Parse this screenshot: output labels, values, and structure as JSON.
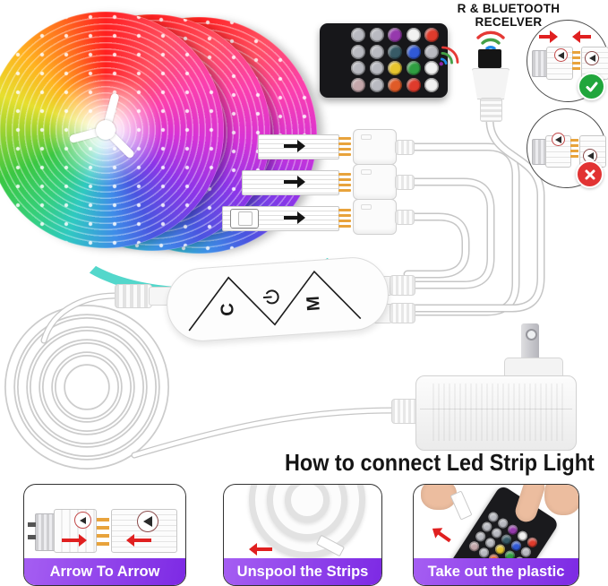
{
  "receiver": {
    "line1": "R & BLUETOOTH",
    "line2": "RECELVER"
  },
  "remote": {
    "buttons": [
      [
        "#b9bac1",
        "#b9bac1",
        "#9639ad",
        "#f2f2f2",
        "#df3b2c"
      ],
      [
        "#b9bac1",
        "#b9bac1",
        "#375a66",
        "#3059d6",
        "#b9bac1"
      ],
      [
        "#b9bac1",
        "#b9bac1",
        "#e7c62e",
        "#2f9e41",
        "#f2f2f2"
      ],
      [
        "#c4a7ab",
        "#b9bac1",
        "#e05b28",
        "#df3b2c",
        "#f2f2f2"
      ]
    ]
  },
  "controller": {
    "key_c": "C",
    "key_power_icon": "power-icon",
    "key_m": "M"
  },
  "insets": [
    {
      "status": "correct",
      "icon": "check-icon"
    },
    {
      "status": "wrong",
      "icon": "x-icon"
    }
  ],
  "section": {
    "title": "How to connect Led Strip Light"
  },
  "cards": [
    {
      "label": "Arrow To Arrow"
    },
    {
      "label": "Unspool the Strips"
    },
    {
      "label": "Take out the plastic"
    }
  ],
  "colors": {
    "label_purple_light": "#a55ef2",
    "label_purple_dark": "#7d2ae4",
    "check_green": "#21a63c",
    "cross_red": "#e23333",
    "arrow_red": "#e02020",
    "remote_black": "#17171a",
    "cable_gray": "#c6c6c6"
  }
}
